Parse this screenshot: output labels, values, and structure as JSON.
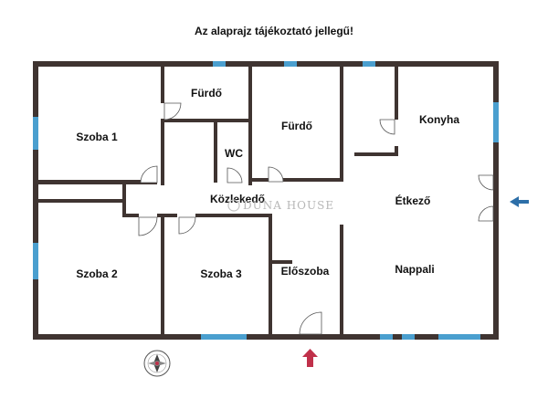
{
  "note": "Az alaprajz tájékoztató jellegű!",
  "rooms": {
    "szoba1": "Szoba 1",
    "furdo1": "Fürdő",
    "furdo2": "Fürdő",
    "konyha": "Konyha",
    "wc": "WC",
    "kozlekedo": "Közlekedő",
    "etkezo": "Étkező",
    "szoba2": "Szoba 2",
    "szoba3": "Szoba 3",
    "eloszoba": "Előszoba",
    "nappali": "Nappali"
  },
  "watermark": "DUNA HOUSE",
  "colors": {
    "wall": "#3f3431",
    "window": "#4a9fcf",
    "arrow_entrance": "#c0304a",
    "arrow_side": "#2d6fa8"
  }
}
